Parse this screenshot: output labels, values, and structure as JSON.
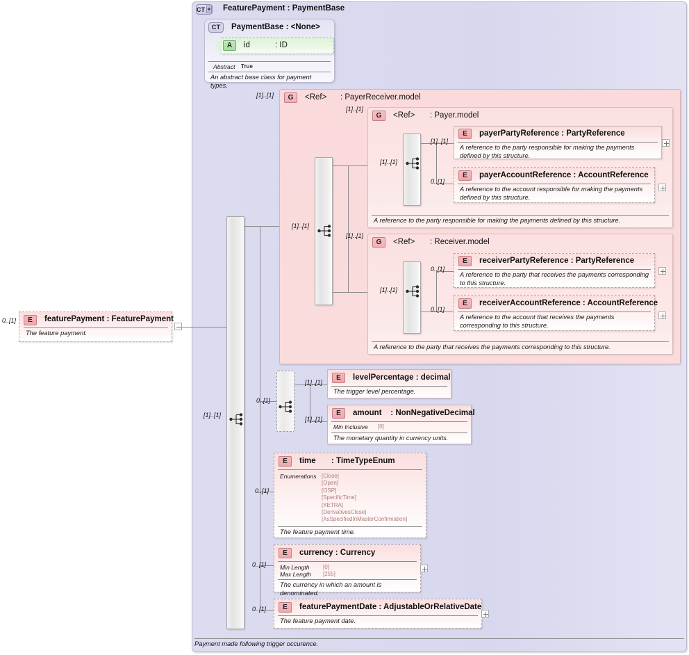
{
  "diagram": {
    "root_type": {
      "badge": "CT",
      "expander": "+",
      "title": "FeaturePayment : PaymentBase"
    },
    "caption": "Payment made following trigger occurence.",
    "base_type": {
      "badge": "CT",
      "title": "PaymentBase : <None>",
      "attribute": {
        "badge": "A",
        "name": "id",
        "type": ": ID"
      },
      "facet_name": "Abstract",
      "facet_value": "True",
      "description": "An abstract base class for payment types."
    },
    "root_element": {
      "badge": "E",
      "title": "featurePayment : FeaturePayment",
      "description": "The feature payment.",
      "cardinality": "0..[1]",
      "toggle": "-"
    },
    "payer_receiver_group": {
      "badge": "G",
      "ref": "<Ref>",
      "title": ": PayerReceiver.model",
      "cardinality": "[1]..[1]",
      "payer_group": {
        "badge": "G",
        "ref": "<Ref>",
        "title": ": Payer.model",
        "cardinality": "[1]..[1]",
        "seq_cardinality": "[1]..[1]",
        "description": "A reference to the party responsible for making the payments defined by this structure.",
        "items": [
          {
            "badge": "E",
            "title": "payerPartyReference : PartyReference",
            "description": "A reference to the party responsible for making the payments defined by this structure.",
            "cardinality": "[1]..[1]",
            "dashed": false,
            "expander": "+"
          },
          {
            "badge": "E",
            "title": "payerAccountReference : AccountReference",
            "description": "A reference to the account responsible for making the payments defined by this structure.",
            "cardinality": "0..[1]",
            "dashed": true,
            "expander": "+"
          }
        ]
      },
      "receiver_group": {
        "badge": "G",
        "ref": "<Ref>",
        "title": ": Receiver.model",
        "cardinality": "[1]..[1]",
        "seq_cardinality": "[1]..[1]",
        "description": "A reference to the party that receives the payments corresponding to this structure.",
        "items": [
          {
            "badge": "E",
            "title": "receiverPartyReference : PartyReference",
            "description": "A reference to the party that receives the payments corresponding to this structure.",
            "cardinality": "0..[1]",
            "dashed": true,
            "expander": "+"
          },
          {
            "badge": "E",
            "title": "receiverAccountReference : AccountReference",
            "description": "A reference to the account that receives the payments corresponding to this structure.",
            "cardinality": "0..[1]",
            "dashed": true,
            "expander": "+"
          }
        ]
      }
    },
    "trigger_group": {
      "cardinality": "0..[1]",
      "items": [
        {
          "badge": "E",
          "title": "levelPercentage : decimal",
          "description": "The trigger level percentage.",
          "cardinality": "[1]..[1]"
        },
        {
          "badge": "E",
          "title": "amount    : NonNegativeDecimal",
          "description": "The monetary quantity in currency units.",
          "cardinality": "[1]..[1]",
          "facet_name": "Min Inclusive",
          "facet_value": "[0]"
        }
      ]
    },
    "time_element": {
      "badge": "E",
      "title": "time       : TimeTypeEnum",
      "cardinality": "0..[1]",
      "enum_label": "Enumerations",
      "enumerations": [
        "[Close]",
        "[Open]",
        "[OSP]",
        "[SpecificTime]",
        "[XETRA]",
        "[DerivativesClose]",
        "[AsSpecifiedInMasterConfirmation]"
      ],
      "description": "The feature payment time."
    },
    "currency_element": {
      "badge": "E",
      "title": "currency : Currency",
      "cardinality": "0..[1]",
      "facets": [
        {
          "name": "Min Length",
          "value": "[0]"
        },
        {
          "name": "Max Length",
          "value": "[255]"
        }
      ],
      "description": "The currency in which an amount is denominated.",
      "expander": "+"
    },
    "date_element": {
      "badge": "E",
      "title": "featurePaymentDate : AdjustableOrRelativeDate",
      "cardinality": "0..[1]",
      "description": "The feature payment date.",
      "expander": "+"
    },
    "root_sequence_cardinality": "[1]..[1]",
    "payer_receiver_sequence_cardinality": "[1]..[1]"
  }
}
